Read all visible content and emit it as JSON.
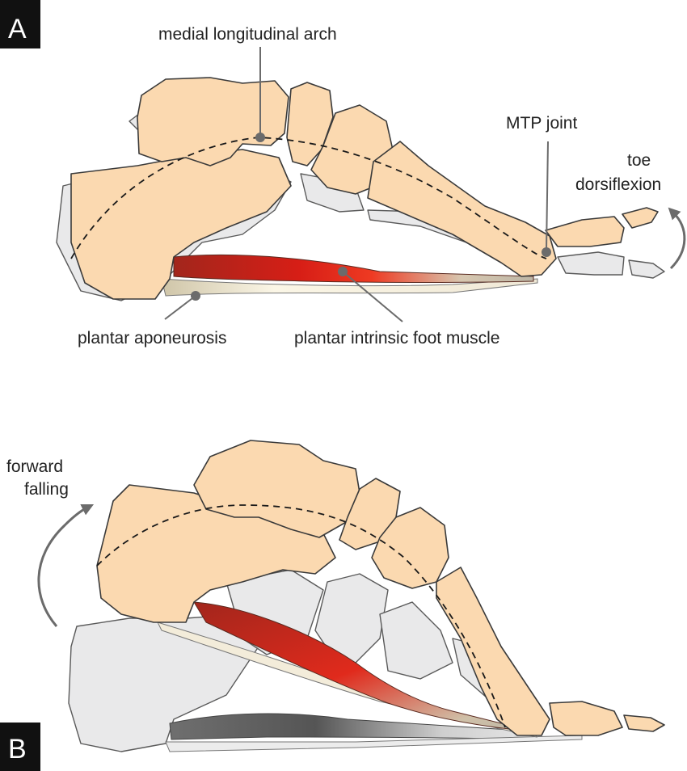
{
  "panels": {
    "a": {
      "letter": "A"
    },
    "b": {
      "letter": "B"
    }
  },
  "labels": {
    "arch": "medial longitudinal arch",
    "mtp": "MTP joint",
    "toe_line1": "toe",
    "toe_line2": "dorsiflexion",
    "aponeurosis": "plantar aponeurosis",
    "muscle": "plantar intrinsic foot muscle",
    "fall_line1": "forward",
    "fall_line2": "falling"
  },
  "colors": {
    "bone": "#fbd9b0",
    "ghost_bone": "#e9e9ea",
    "muscle": "#e0261e",
    "aponeurosis": "#f1ead8",
    "arrow": "#6b6b6b"
  }
}
